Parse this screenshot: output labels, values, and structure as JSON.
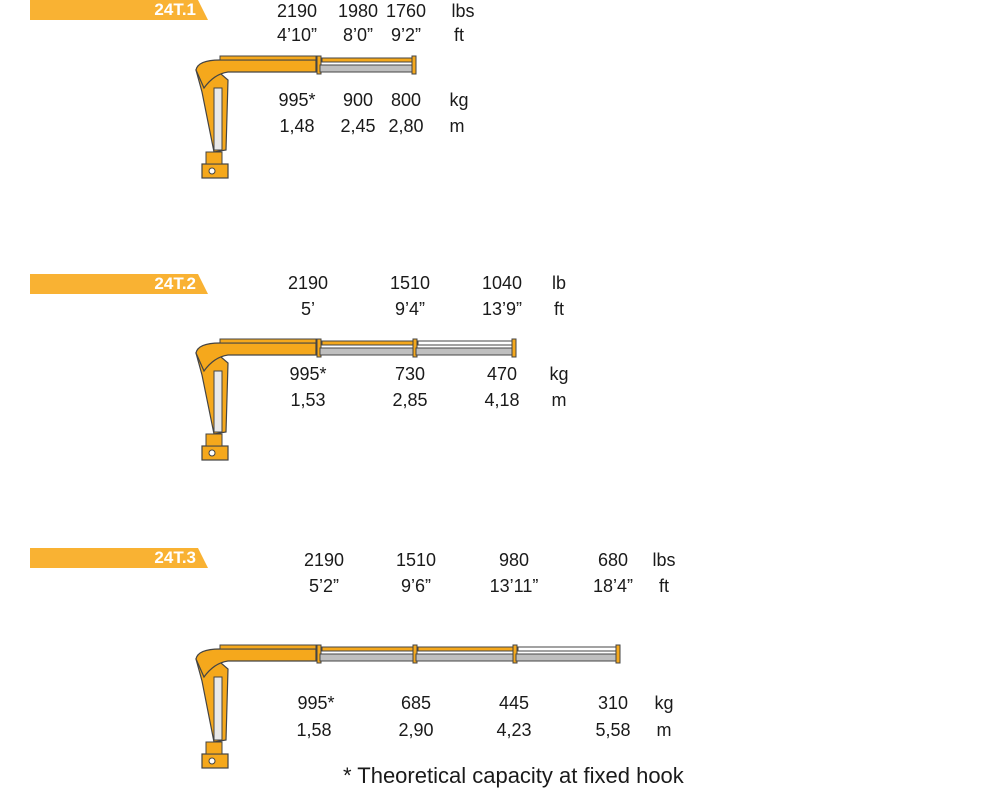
{
  "configs": [
    {
      "tag": "24T.1",
      "columns": [
        {
          "lbs": "2190",
          "ft": "4’10”",
          "kg": "995*",
          "m": "1,48"
        },
        {
          "lbs": "1980",
          "ft": "8’0”",
          "kg": "900",
          "m": "2,45"
        },
        {
          "lbs": "1760",
          "ft": "9’2”",
          "kg": "800",
          "m": "2,80"
        }
      ],
      "units": {
        "weight_imperial": "lbs",
        "length_imperial": "ft",
        "weight_metric": "kg",
        "length_metric": "m"
      }
    },
    {
      "tag": "24T.2",
      "columns": [
        {
          "lbs": "2190",
          "ft": "5’",
          "kg": "995*",
          "m": "1,53"
        },
        {
          "lbs": "1510",
          "ft": "9’4”",
          "kg": "730",
          "m": "2,85"
        },
        {
          "lbs": "1040",
          "ft": "13’9”",
          "kg": "470",
          "m": "4,18"
        }
      ],
      "units": {
        "weight_imperial": "lb",
        "length_imperial": "ft",
        "weight_metric": "kg",
        "length_metric": "m"
      }
    },
    {
      "tag": "24T.3",
      "columns": [
        {
          "lbs": "2190",
          "ft": "5’2”",
          "kg": "995*",
          "m": "1,58"
        },
        {
          "lbs": "1510",
          "ft": "9’6”",
          "kg": "685",
          "m": "2,90"
        },
        {
          "lbs": "980",
          "ft": "13’11”",
          "kg": "445",
          "m": "4,23"
        },
        {
          "lbs": "680",
          "ft": "18’4”",
          "kg": "310",
          "m": "5,58"
        }
      ],
      "units": {
        "weight_imperial": "lbs",
        "length_imperial": "ft",
        "weight_metric": "kg",
        "length_metric": "m"
      }
    }
  ],
  "footnote": "* Theoretical capacity at fixed hook",
  "colors": {
    "accent": "#f9b233",
    "boom": "#f5a81c",
    "extension": "#bfbfbf",
    "outline": "#444444"
  }
}
